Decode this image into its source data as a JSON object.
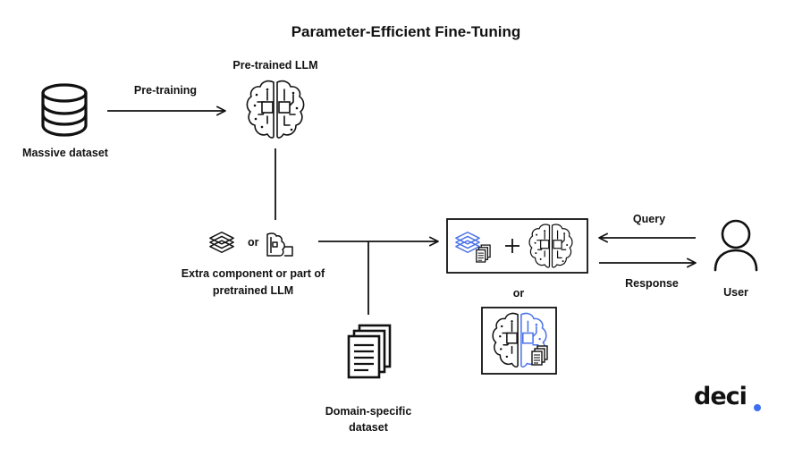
{
  "title": "Parameter-Efficient Fine-Tuning",
  "nodes": {
    "dataset": {
      "label": "Massive dataset",
      "icon": "database-icon"
    },
    "llm": {
      "label": "Pre-trained LLM",
      "icon": "brain-chip-icon"
    },
    "component": {
      "label_line1": "Extra component or part of",
      "label_line2": "pretrained LLM",
      "or_text": "or",
      "icons": [
        "layers-icon",
        "brain-part-icon"
      ]
    },
    "domain": {
      "label_line1": "Domain-specific",
      "label_line2": "dataset",
      "icon": "documents-stack-icon"
    },
    "finetuned_or": "or",
    "user": {
      "label": "User",
      "icon": "user-icon"
    }
  },
  "edges": {
    "pretraining": "Pre-training",
    "query": "Query",
    "response": "Response"
  },
  "logo": {
    "text": "deci",
    "dot_color": "#3d6ff2"
  },
  "colors": {
    "accent": "#4a72e8",
    "ink": "#111111"
  }
}
